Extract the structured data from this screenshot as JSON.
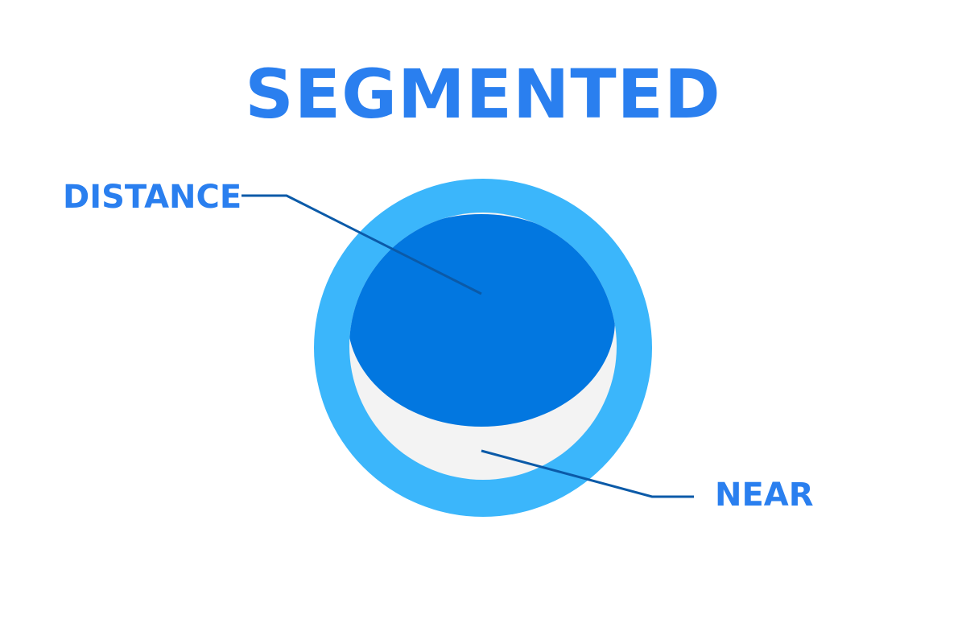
{
  "title": "SEGMENTED",
  "labels": {
    "distance": "DISTANCE",
    "near": "NEAR"
  },
  "colors": {
    "title": "#2a7fef",
    "label": "#2a7fef",
    "outer_ring": "#3bb6fb",
    "distance_zone": "#0277e0",
    "near_zone": "#f3f3f3",
    "leader_line": "#0b5aa8",
    "background": "#ffffff"
  }
}
